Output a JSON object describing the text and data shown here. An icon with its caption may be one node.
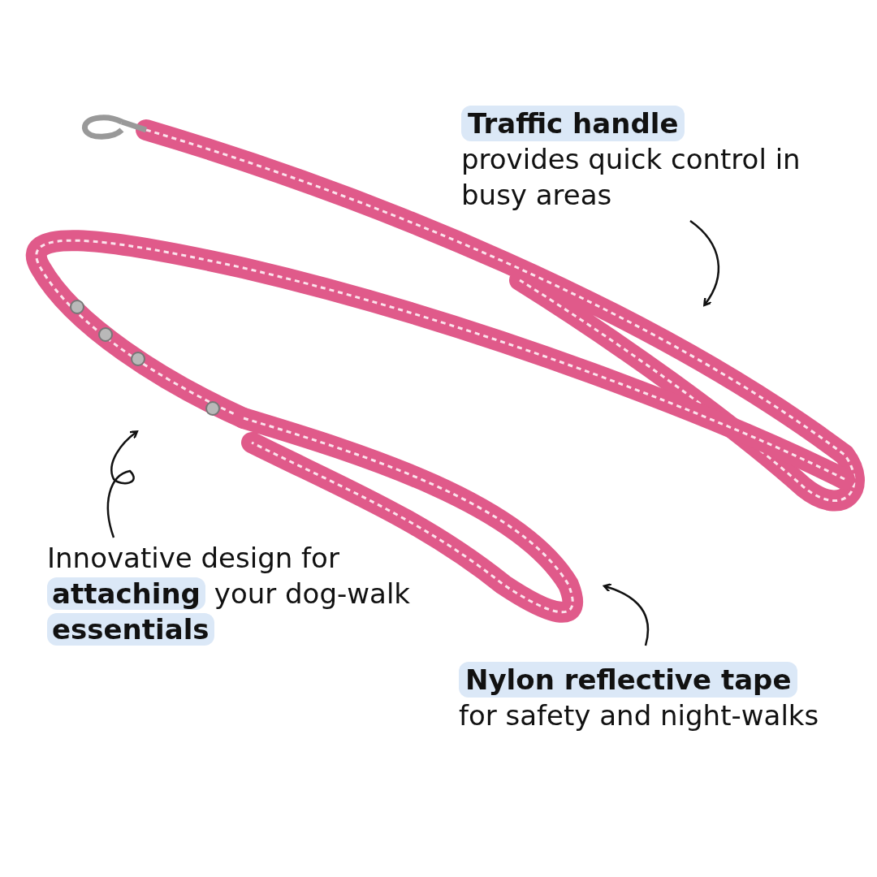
{
  "diagram": {
    "nodes": [
      {
        "text": [
          "Traffic handle",
          "provides quick control in busy areas"
        ]
      },
      {
        "text": [
          "Nylon reflective tape",
          "for safety and night-walks"
        ]
      },
      {
        "text": [
          "Innovative design for **attaching** your dog-walk **essentials**"
        ]
      }
    ],
    "edges": [
      {
        "from": 0,
        "to": null,
        "arrow": "to"
      },
      {
        "from": 1,
        "to": null,
        "arrow": "to"
      },
      {
        "from": 2,
        "to": null,
        "arrow": "to"
      }
    ]
  }
}
